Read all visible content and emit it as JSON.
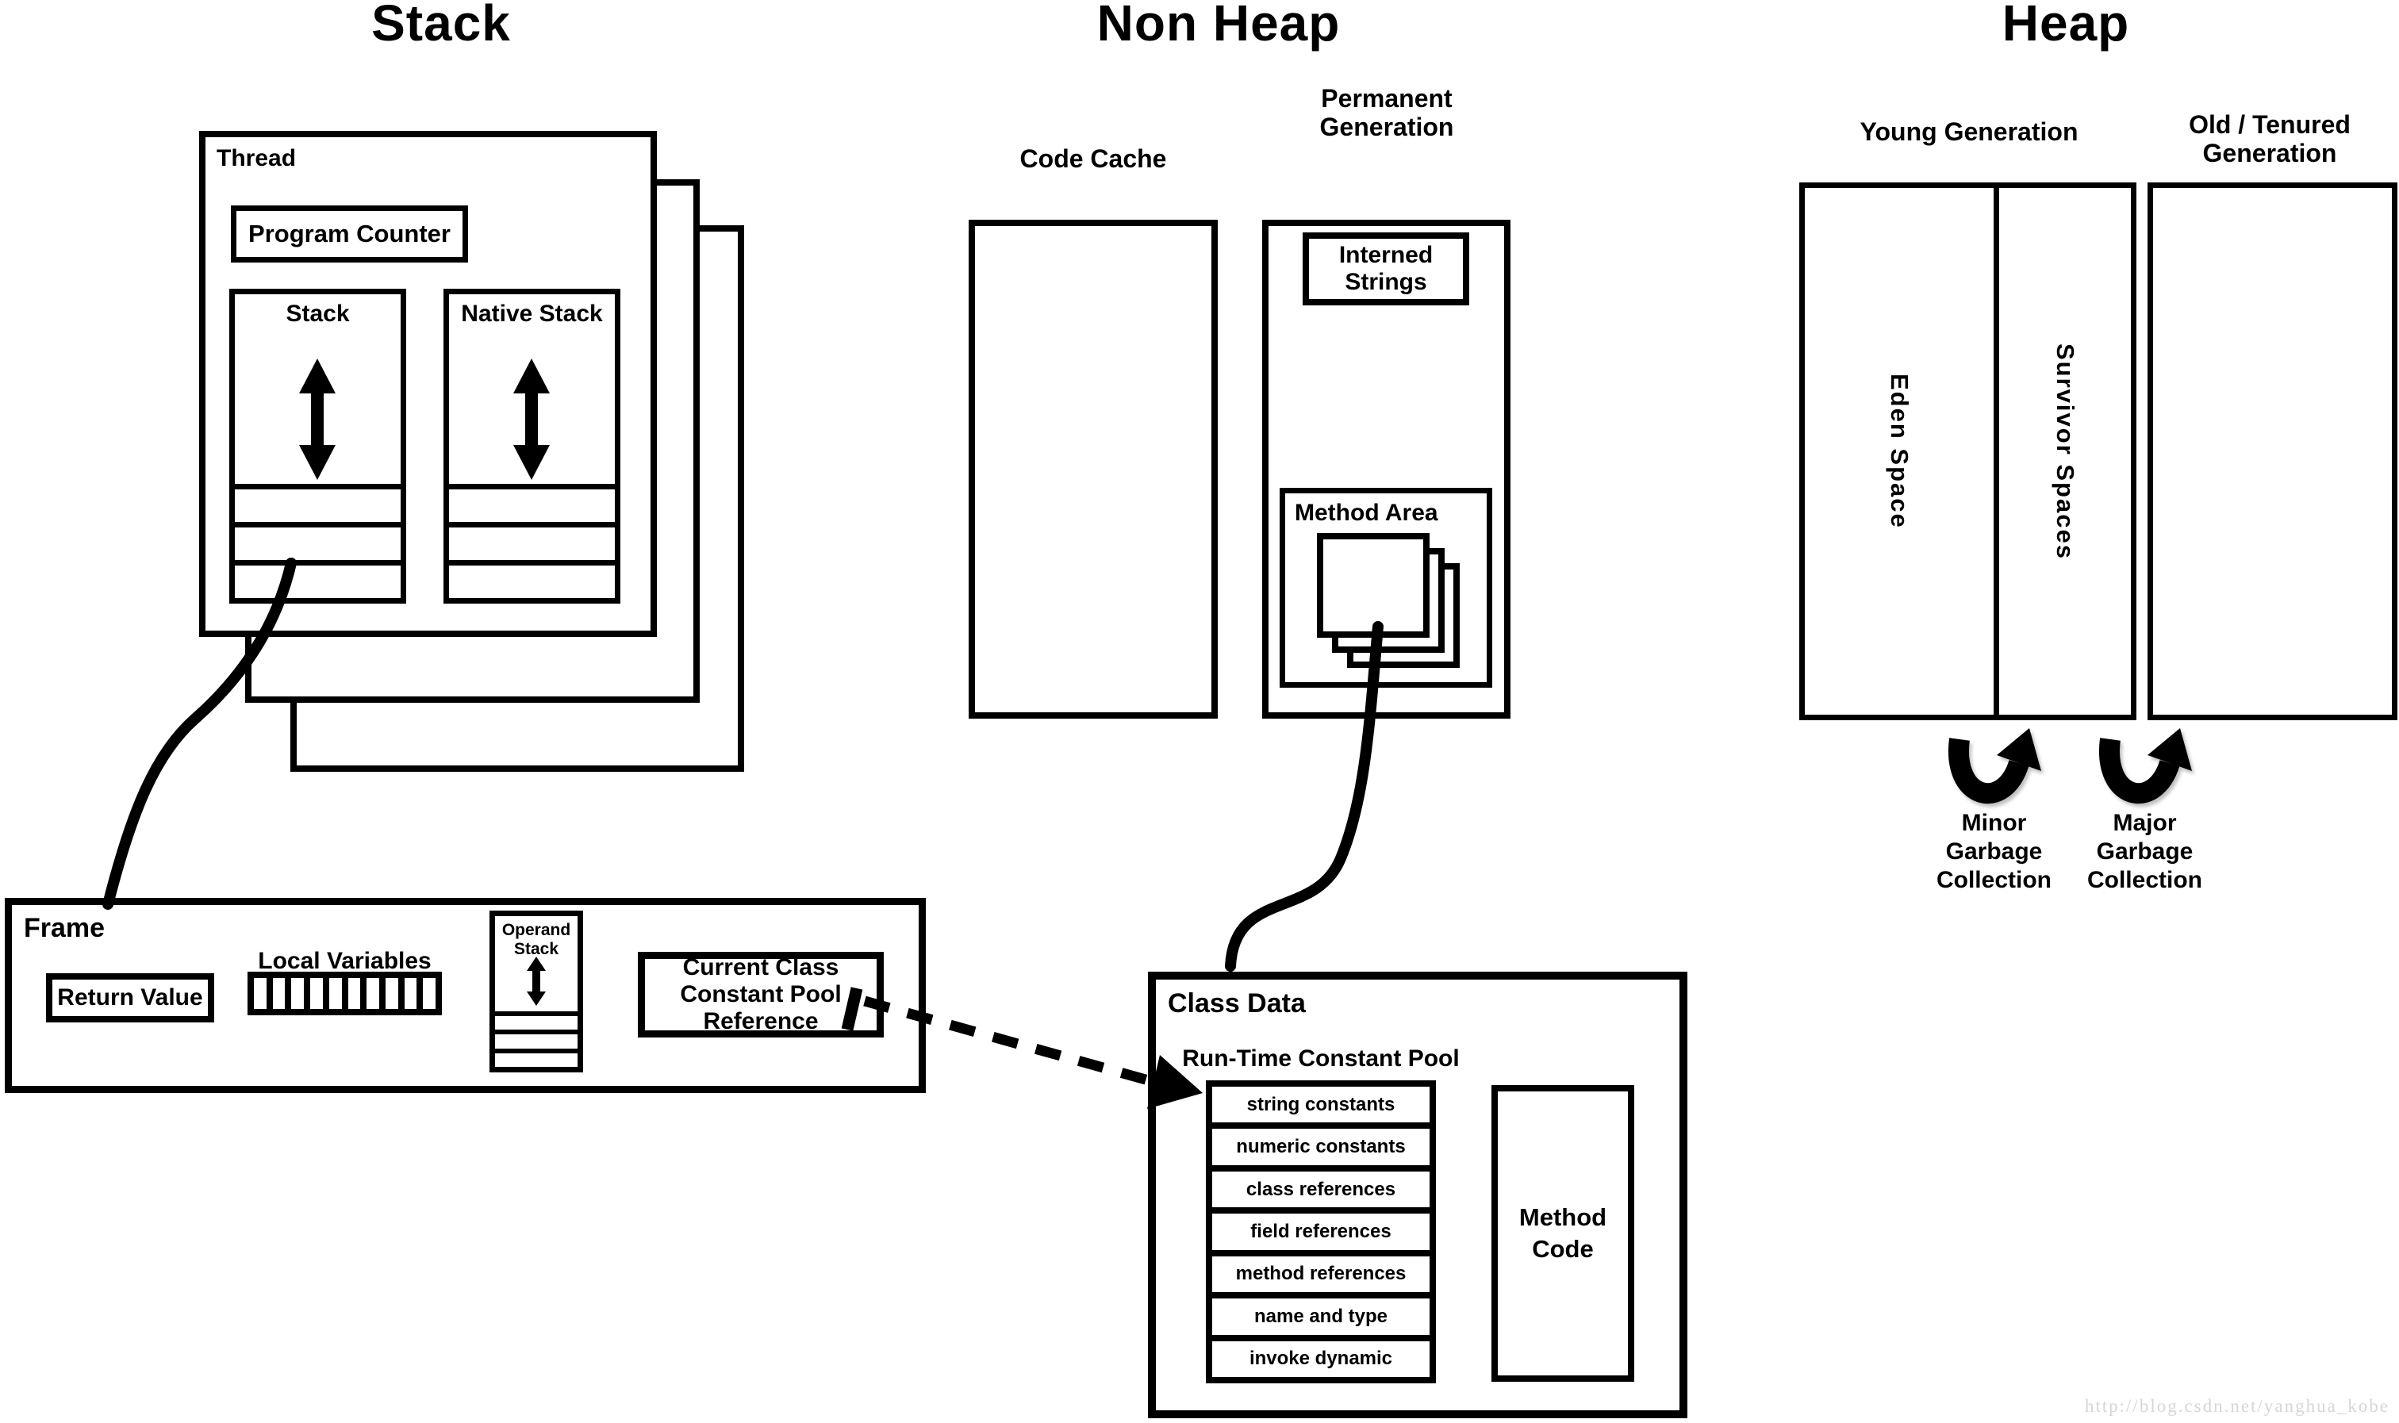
{
  "colors": {
    "ink": "#000000",
    "paper": "#ffffff",
    "watermark_gray": "#d6d6d6"
  },
  "titles": {
    "stack": "Stack",
    "non_heap": "Non Heap",
    "heap": "Heap"
  },
  "stack_section": {
    "thread": {
      "label": "Thread",
      "program_counter": "Program Counter",
      "stack": "Stack",
      "native_stack": "Native Stack"
    },
    "frame": {
      "label": "Frame",
      "return_value": "Return Value",
      "local_variables": "Local Variables",
      "operand_stack": [
        "Operand",
        "Stack"
      ],
      "current_class": [
        "Current Class",
        "Constant Pool",
        "Reference"
      ]
    }
  },
  "non_heap_section": {
    "code_cache": "Code Cache",
    "permanent_generation": [
      "Permanent",
      "Generation"
    ],
    "interned_strings": [
      "Interned",
      "Strings"
    ],
    "method_area": "Method Area",
    "class_data": {
      "label": "Class Data",
      "runtime_constant_pool": "Run-Time Constant Pool",
      "pool_rows": [
        "string constants",
        "numeric constants",
        "class references",
        "field references",
        "method references",
        "name and type",
        "invoke dynamic"
      ],
      "method_code": [
        "Method",
        "Code"
      ]
    }
  },
  "heap_section": {
    "young_generation": "Young Generation",
    "old_tenured_generation": [
      "Old / Tenured",
      "Generation"
    ],
    "eden_space": "Eden Space",
    "survivor_spaces": "Survivor Spaces",
    "minor_gc": [
      "Minor",
      "Garbage",
      "Collection"
    ],
    "major_gc": [
      "Major",
      "Garbage",
      "Collection"
    ]
  },
  "watermark": "http://blog.csdn.net/yanghua_kobe"
}
